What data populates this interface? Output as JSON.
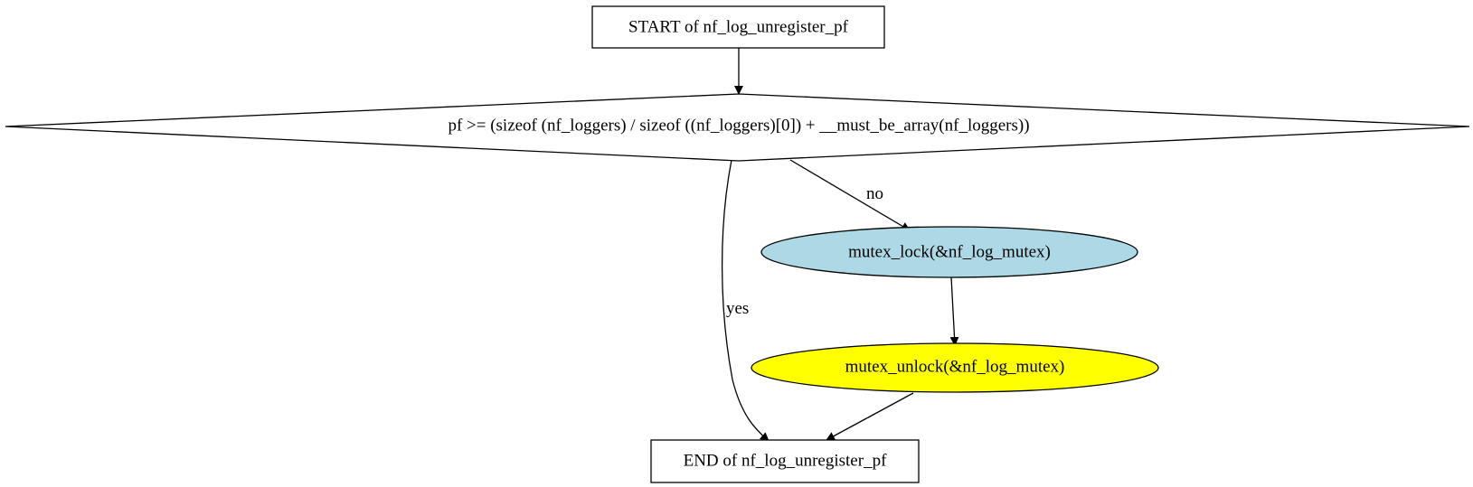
{
  "diagram": {
    "nodes": {
      "start": {
        "label": "START of nf_log_unregister_pf",
        "shape": "box",
        "fill": "#ffffff"
      },
      "condition": {
        "label": "pf >= (sizeof (nf_loggers) / sizeof ((nf_loggers)[0]) + __must_be_array(nf_loggers))",
        "shape": "diamond",
        "fill": "#ffffff"
      },
      "lock": {
        "label": "mutex_lock(&nf_log_mutex)",
        "shape": "ellipse",
        "fill": "#add8e6"
      },
      "unlock": {
        "label": "mutex_unlock(&nf_log_mutex)",
        "shape": "ellipse",
        "fill": "#ffff00"
      },
      "end": {
        "label": "END of nf_log_unregister_pf",
        "shape": "box",
        "fill": "#ffffff"
      }
    },
    "edges": {
      "start_to_condition": {
        "from": "start",
        "to": "condition",
        "label": ""
      },
      "condition_no": {
        "from": "condition",
        "to": "lock",
        "label": "no"
      },
      "condition_yes": {
        "from": "condition",
        "to": "end",
        "label": "yes"
      },
      "lock_to_unlock": {
        "from": "lock",
        "to": "unlock",
        "label": ""
      },
      "unlock_to_end": {
        "from": "unlock",
        "to": "end",
        "label": ""
      }
    }
  }
}
